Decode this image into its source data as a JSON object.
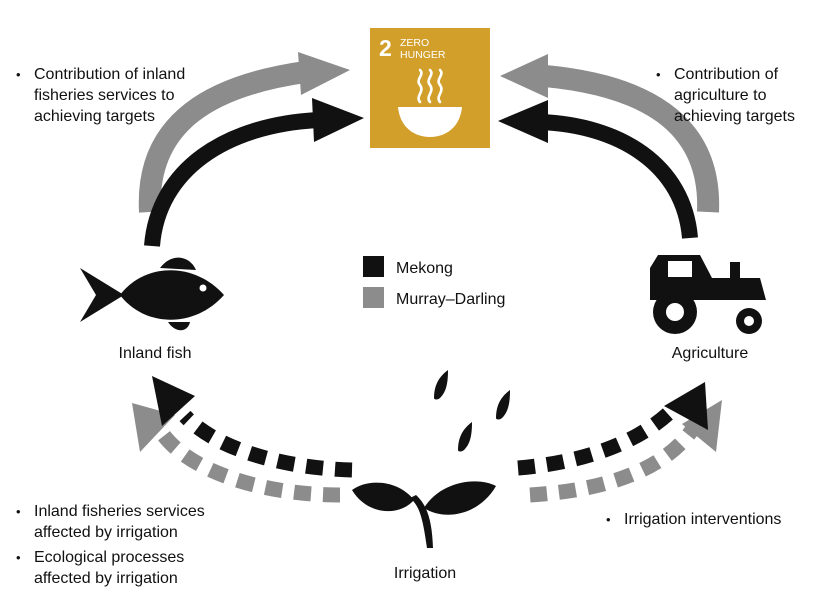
{
  "sdg": {
    "number": "2",
    "name_line1": "ZERO",
    "name_line2": "HUNGER",
    "color": "#d19f2a"
  },
  "legend": [
    {
      "label": "Mekong",
      "color": "#111111"
    },
    {
      "label": "Murray–Darling",
      "color": "#8c8c8c"
    }
  ],
  "nodes": {
    "fish": "Inland fish",
    "agriculture": "Agriculture",
    "irrigation": "Irrigation"
  },
  "annotations": {
    "fish_to_goal": [
      "Contribution of inland fisheries services to achieving targets"
    ],
    "agri_to_goal": [
      "Contribution of agriculture to achieving targets"
    ],
    "irrigation_to_fish": [
      "Inland fisheries services affected by irrigation",
      "Ecological processes affected by irrigation"
    ],
    "irrigation_to_agri": [
      "Irrigation interventions"
    ]
  },
  "colors": {
    "mekong": "#111111",
    "murray_darling": "#8c8c8c"
  }
}
